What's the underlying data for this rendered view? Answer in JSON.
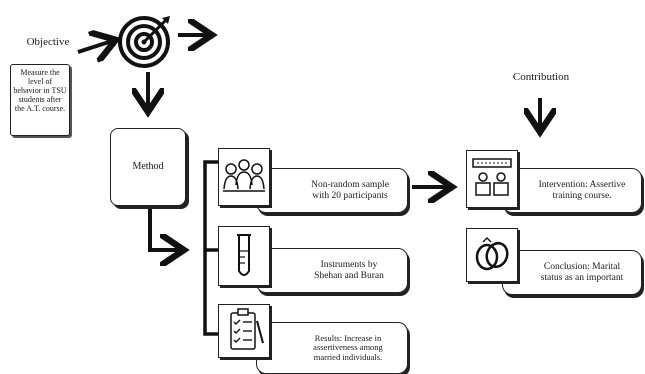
{
  "objective": {
    "label": "Objective",
    "text": "Measure the level of behavior in TSU students after the A.T. course."
  },
  "method": {
    "label": "Method",
    "items": [
      {
        "icon": "group-people-icon",
        "text": "Non-random sample with 20 participants"
      },
      {
        "icon": "test-tube-icon",
        "text": "Instruments by Shehan and Buran"
      },
      {
        "icon": "clipboard-checklist-icon",
        "text": "Results: Increase in assertiveness among married individuals."
      }
    ]
  },
  "contribution": {
    "label": "Contribution",
    "items": [
      {
        "icon": "classroom-presentation-icon",
        "text": "Intervention: Assertive training course."
      },
      {
        "icon": "wedding-rings-icon",
        "text": "Conclusion: Marital status as an important"
      }
    ]
  }
}
